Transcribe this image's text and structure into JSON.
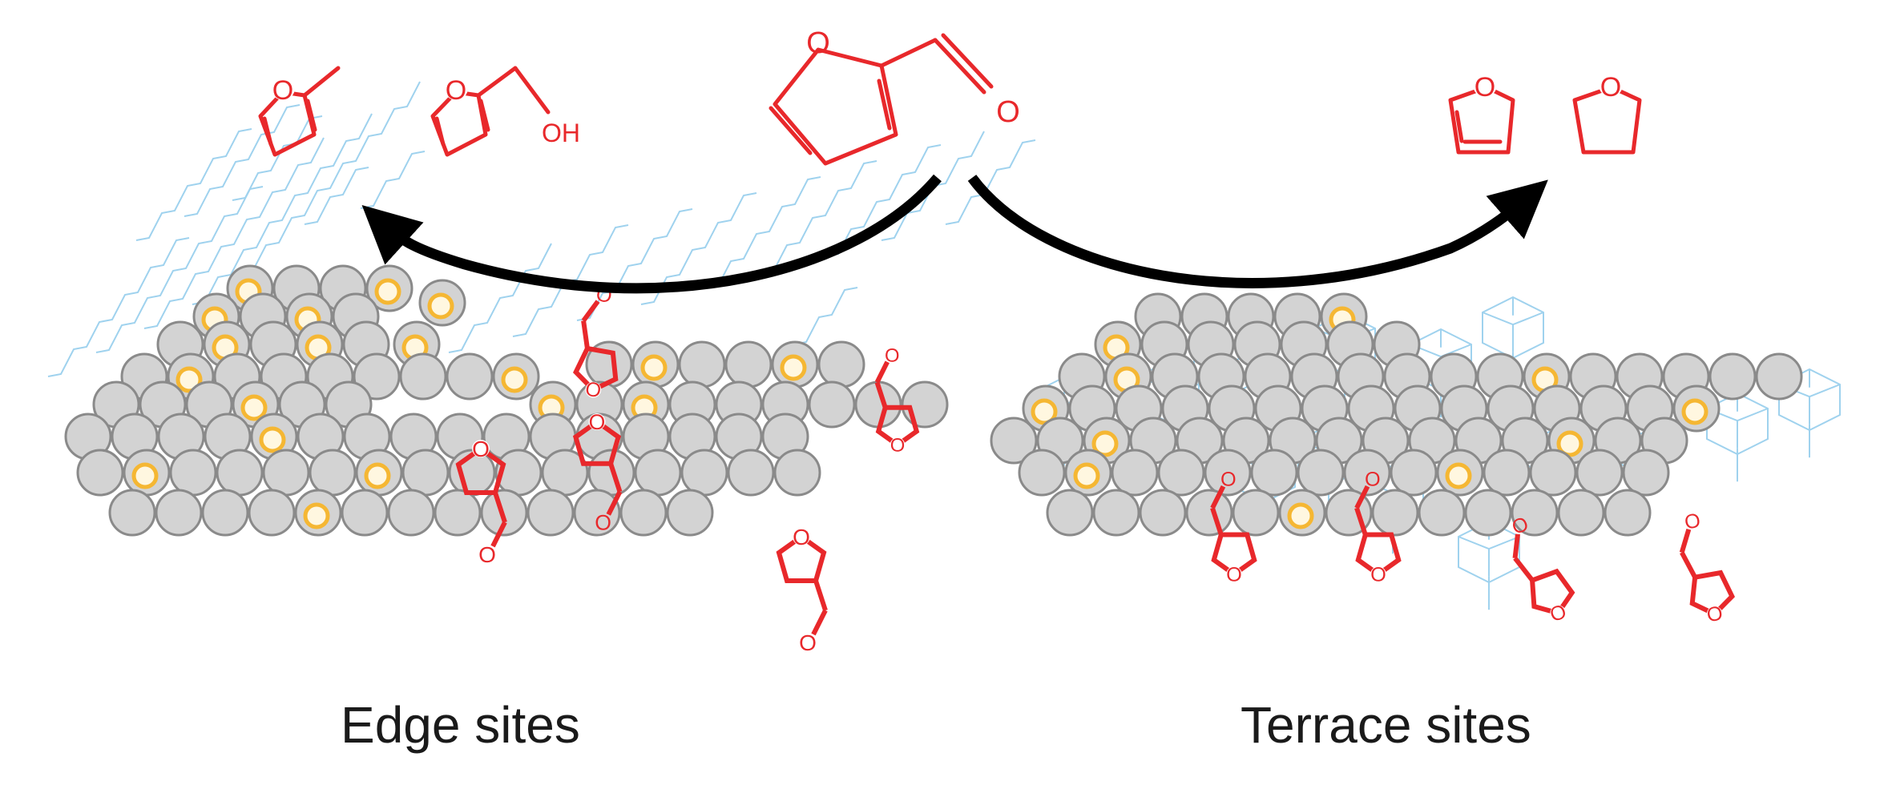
{
  "captions": {
    "edge": "Edge sites",
    "terrace": "Terrace sites"
  },
  "atom_labels": {
    "oxygen": "O",
    "hydroxyl": "OH"
  },
  "colors": {
    "molecule": "#e8282b",
    "arrow": "#000000",
    "surface_atom_fill": "#d3d3d3",
    "surface_atom_stroke": "#8a8a8a",
    "adatom": "#f5b733",
    "ligand": "#9fd2ee"
  }
}
